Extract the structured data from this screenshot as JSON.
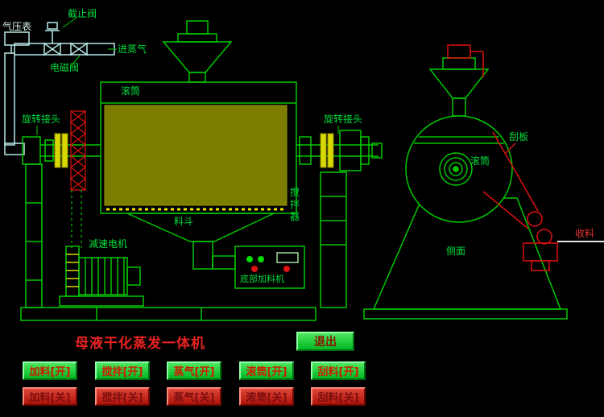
{
  "title": "母液干化蒸发一体机",
  "labels": {
    "pressure_gauge": "气压表",
    "stop_valve": "截止阀",
    "steam_inlet": "进蒸气",
    "solenoid_valve": "电磁阀",
    "drum": "滚筒",
    "rotary_joint_left": "旋转接头",
    "rotary_joint_right": "旋转接头",
    "agitator": "搅拌器",
    "hopper": "料斗",
    "gear_motor": "减速电机",
    "bottom_feeder": "底部加料机",
    "scraper_blade": "刮板",
    "drum_side": "滚筒",
    "side_view": "侧面",
    "collect_material": "收料"
  },
  "buttons": {
    "exit": "退出",
    "on": [
      "加料[开]",
      "搅拌[开]",
      "蒸气[开]",
      "滚筒[开]",
      "刮料[开]"
    ],
    "off": [
      "加料[关]",
      "搅拌[关]",
      "蒸气[关]",
      "滚筒[关]",
      "刮料[关]"
    ]
  },
  "colors": {
    "line_green": "#00c800",
    "alarm_red": "#dd1111",
    "material_olive": "#7c7c00",
    "pipe_cyan": "#b8e8e8",
    "button_green": "#00b822",
    "button_red": "#b01208"
  }
}
